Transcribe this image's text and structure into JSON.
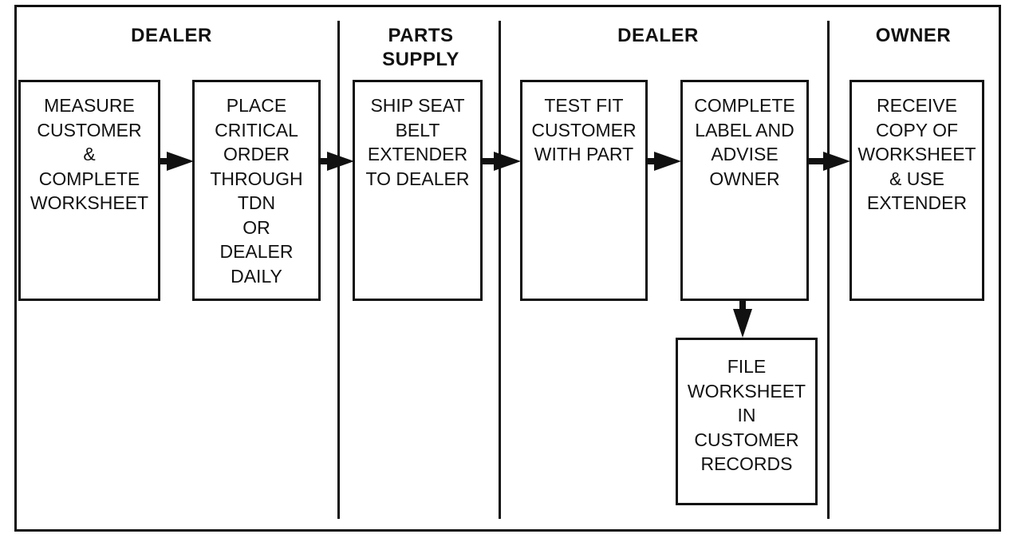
{
  "lanes": [
    {
      "title": "DEALER"
    },
    {
      "title": "PARTS\nSUPPLY"
    },
    {
      "title": "DEALER"
    },
    {
      "title": "OWNER"
    }
  ],
  "steps": {
    "measure": "MEASURE\nCUSTOMER\n&\nCOMPLETE\nWORKSHEET",
    "place_order": "PLACE\nCRITICAL\nORDER\nTHROUGH\nTDN\nOR\nDEALER\nDAILY",
    "ship": "SHIP SEAT\nBELT\nEXTENDER\nTO DEALER",
    "test_fit": "TEST FIT\nCUSTOMER\nWITH PART",
    "complete_label": "COMPLETE\nLABEL AND\nADVISE\nOWNER",
    "receive": "RECEIVE\nCOPY OF\nWORKSHEET\n& USE\nEXTENDER",
    "file": "FILE\nWORKSHEET\nIN\nCUSTOMER\nRECORDS"
  }
}
